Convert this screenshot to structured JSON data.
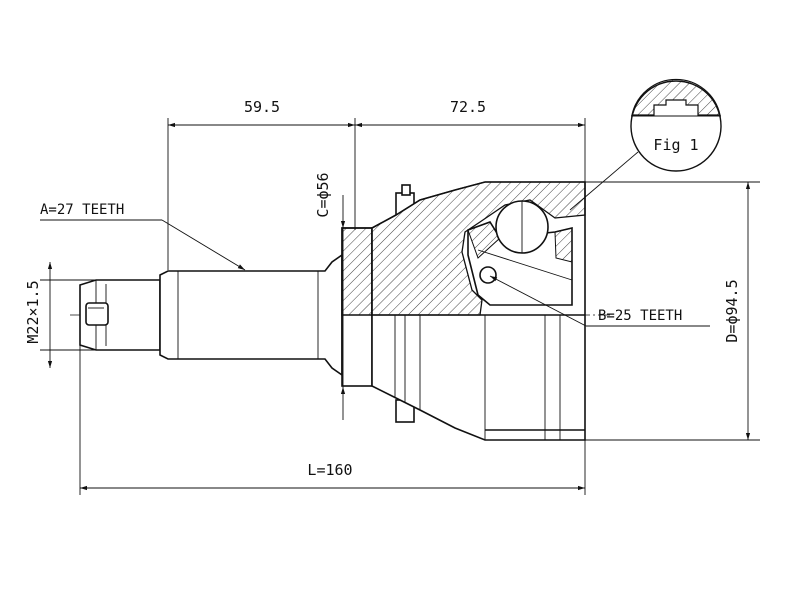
{
  "diagram": {
    "dimensions": {
      "shaft_length": "59.5",
      "bell_length": "72.5",
      "total_length": "L=160",
      "seal_diameter": "C=ϕ56",
      "outer_diameter": "D=ϕ94.5",
      "thread": "M22×1.5"
    },
    "labels": {
      "outer_spline": "A=27 TEETH",
      "inner_spline": "B=25 TEETH",
      "figure": "Fig 1"
    },
    "colors": {
      "line": "#111111",
      "background": "#ffffff"
    }
  }
}
